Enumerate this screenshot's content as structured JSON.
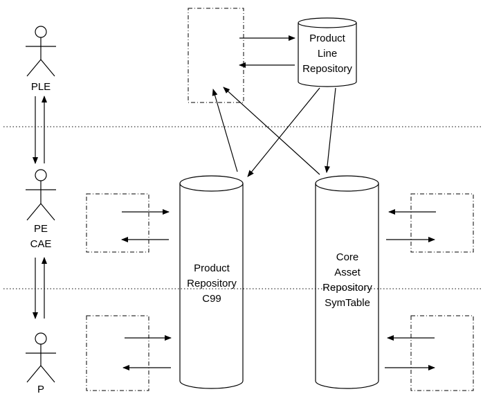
{
  "actors": {
    "top": "PLE",
    "middle_line1": "PE",
    "middle_line2": "CAE",
    "bottom": "P"
  },
  "repositories": {
    "product_line": [
      "Product",
      "Line",
      "Repository"
    ],
    "product": [
      "Product",
      "Repository",
      "C99"
    ],
    "core_asset": [
      "Core",
      "Asset",
      "Repository",
      "SymTable"
    ]
  }
}
